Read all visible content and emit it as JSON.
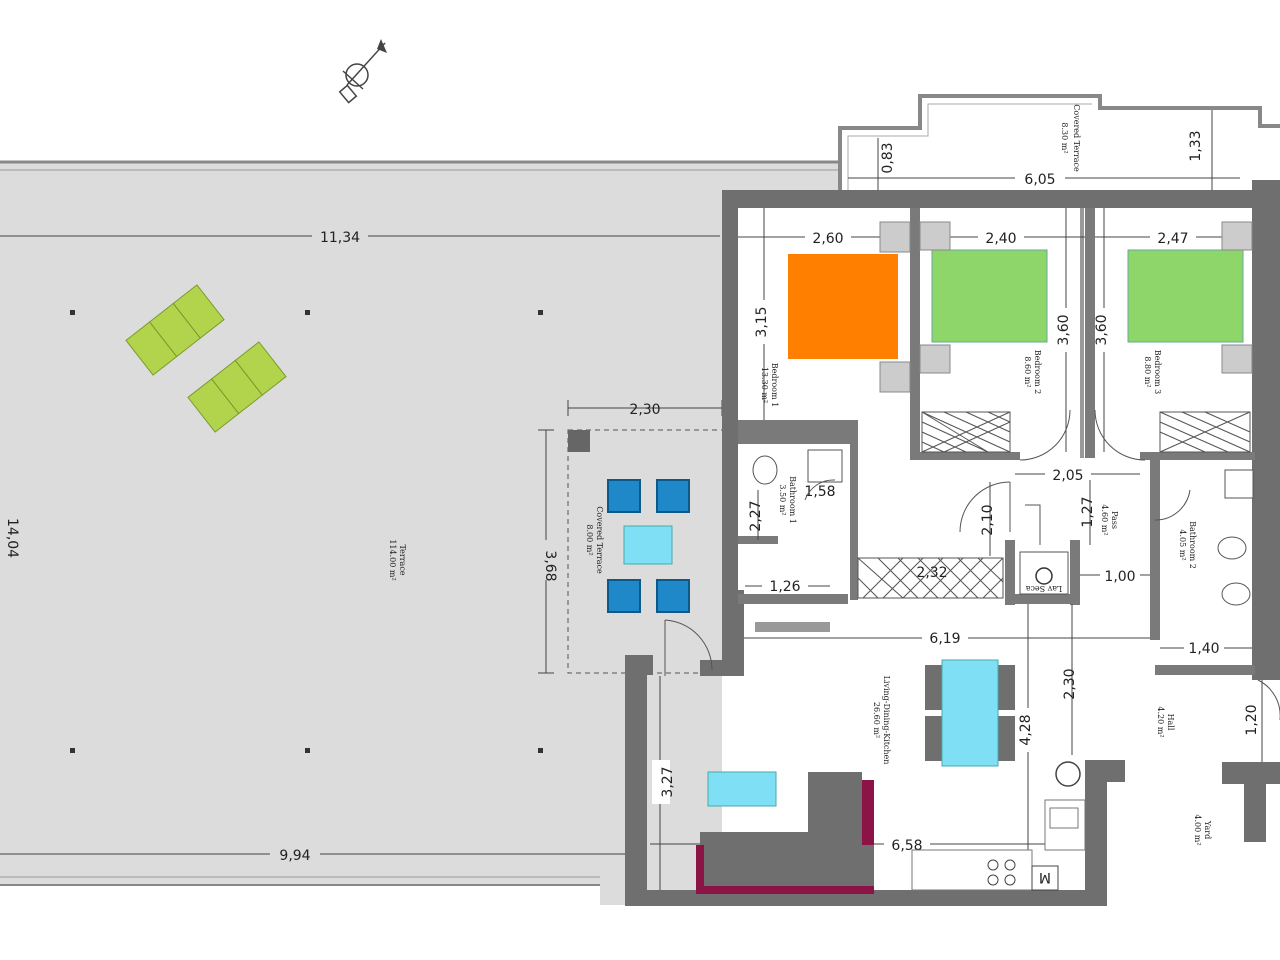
{
  "rooms": {
    "terrace": {
      "name": "Terrace",
      "area": "114.00 m²"
    },
    "covered_terrace_left": {
      "name": "Covered Terrace",
      "area": "8.00 m²"
    },
    "covered_terrace_top": {
      "name": "Covered Terrace",
      "area": "8.30 m²"
    },
    "bedroom1": {
      "name": "Bedroom 1",
      "area": "13.30 m²"
    },
    "bedroom2": {
      "name": "Bedroom 2",
      "area": "8.60 m²"
    },
    "bedroom3": {
      "name": "Bedroom 3",
      "area": "8.80 m²"
    },
    "bathroom1": {
      "name": "Bathroom 1",
      "area": "3.50 m²"
    },
    "bathroom2": {
      "name": "Bathroom 2",
      "area": "4.05 m²"
    },
    "pass": {
      "name": "Pass",
      "area": "4.60 m²"
    },
    "living": {
      "name": "Living-Dining-Kitchen",
      "area": "26.60 m²"
    },
    "hall": {
      "name": "Hall",
      "area": "4.20 m²"
    },
    "yard": {
      "name": "Yard",
      "area": "4.00 m²"
    },
    "laundry": {
      "name": "Lav Seca"
    },
    "meter": {
      "name": "M"
    }
  },
  "dimensions": {
    "terrace_width_top": "11,34",
    "terrace_width_bottom": "9,94",
    "terrace_depth": "14,04",
    "covered_terrace_w": "2,30",
    "covered_terrace_h": "3,68",
    "top_terrace_w": "6,05",
    "top_terrace_left_h": "0,83",
    "top_terrace_right_h": "1,33",
    "bed1_w": "2,60",
    "bed1_h": "3,15",
    "bed2_w": "2,40",
    "bed2_h": "3,60",
    "bed3_w": "2,47",
    "bed3_h": "3,60",
    "bath1_w": "1,58",
    "bath1_h": "2,27",
    "closet_w": "1,26",
    "corridor_w": "2,32",
    "corridor_h": "2,10",
    "pass_w": "2,05",
    "pass_h": "1,27",
    "laundry_w": "1,00",
    "bath2_w": "1,40",
    "hall_h": "1,20",
    "living_w_top": "6,19",
    "living_w_bottom": "6,58",
    "living_h_left": "3,27",
    "living_h_mid": "2,30",
    "living_h_right": "4,28"
  },
  "colors": {
    "terrace_floor": "#dcdcdc",
    "wall": "#6f6f6f",
    "bed_master": "#ff7f00",
    "bed_single": "#8ed66a",
    "lounger": "#b2d44c",
    "chair": "#1e88c8",
    "table": "#7fe0f5",
    "counter_accent": "#8b1346"
  },
  "icons": {
    "north_arrow": "compass-north-icon"
  }
}
